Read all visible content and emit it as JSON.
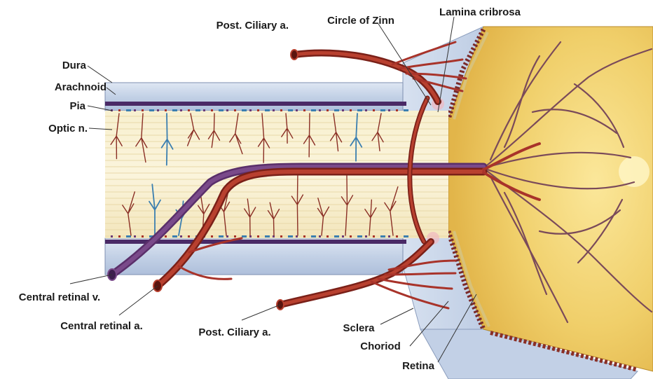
{
  "labels": {
    "dura": "Dura",
    "arachnoid": "Arachnoid",
    "pia": "Pia",
    "optic_nerve": "Optic n.",
    "post_ciliary_top": "Post. Ciliary a.",
    "circle_of_zinn": "Circle of Zinn",
    "lamina_cribrosa": "Lamina cribrosa",
    "central_retinal_vein": "Central retinal v.",
    "central_retinal_artery": "Central retinal a.",
    "post_ciliary_bottom": "Post. Ciliary a.",
    "sclera": "Sclera",
    "choroid": "Choriod",
    "retina": "Retina"
  },
  "colors": {
    "artery": "#a8332a",
    "artery_dark": "#7a2018",
    "vein": "#6a3a78",
    "sheath": "#c9d6ea",
    "nerve": "#f6edc8",
    "retina_bg": "#f0cf6a",
    "pia_band": "#4a2a66"
  }
}
